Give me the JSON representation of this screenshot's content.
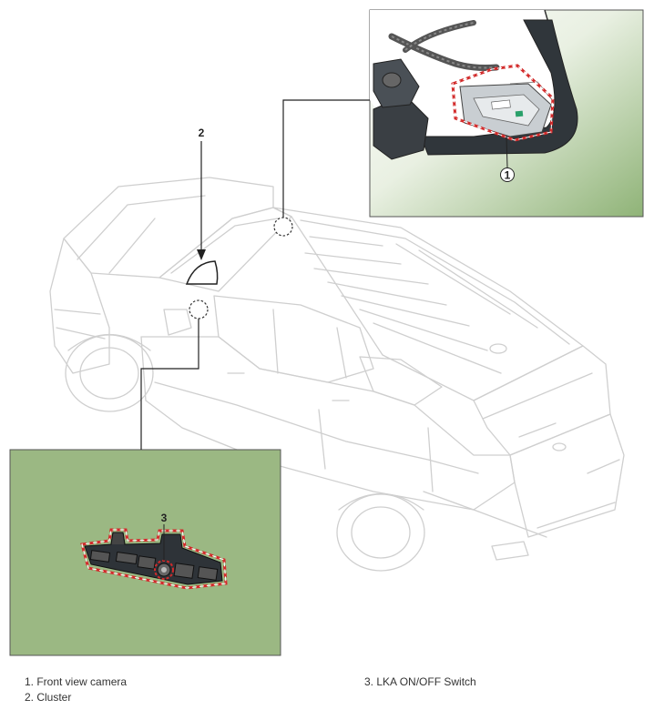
{
  "callouts": {
    "front_camera_number": "1",
    "cluster_number": "2",
    "lka_switch_number": "3"
  },
  "legend": {
    "items": [
      {
        "number": "1",
        "label": "1. Front view camera"
      },
      {
        "number": "2",
        "label": "2. Cluster"
      },
      {
        "number": "3",
        "label": "3. LKA ON/OFF Switch"
      }
    ]
  },
  "colors": {
    "inset_bg_camera": "#9bb883",
    "inset_bg_switch": "#9bb883",
    "highlight_dash": "#d22a2a",
    "car_outline": "#cfcfcf",
    "leader_line": "#222222"
  }
}
